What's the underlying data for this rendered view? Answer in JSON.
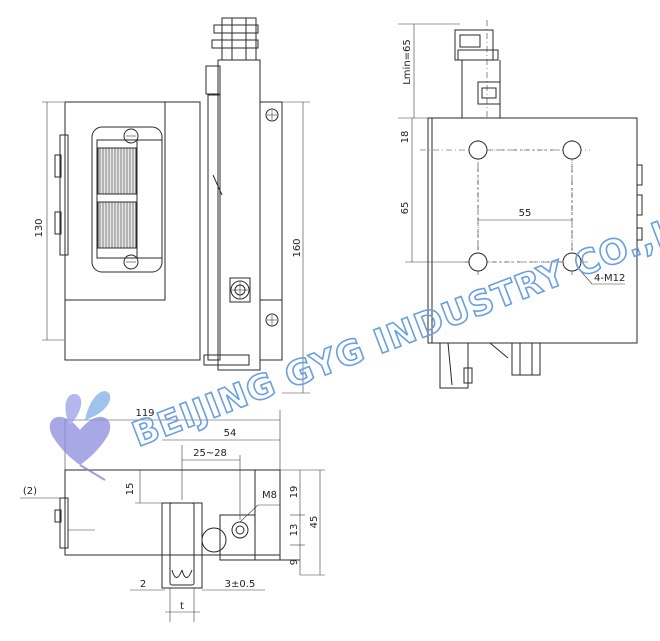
{
  "watermark": "BEIJING GYG INDUSTRY CO.,LTD",
  "colors": {
    "watermark": "#6a9fe0",
    "logo": "#7f7fd6",
    "line": "#2a2a2a"
  },
  "front_view": {
    "height_dim": "130",
    "length_dim": "160"
  },
  "right_view": {
    "lmin": "Lmin=65",
    "top_offset": "18",
    "hole_vertical": "65",
    "hole_horizontal": "55",
    "hole_callout": "4-M12"
  },
  "bottom_view": {
    "overall_width": "119",
    "width_54": "54",
    "range": "25~28",
    "paren2": "(2)",
    "dim_15": "15",
    "thread": "M8",
    "dim_19": "19",
    "dim_13": "13",
    "dim_9": "9",
    "dim_45": "45",
    "dim_2": "2",
    "tolerance": "3±0.5",
    "t": "t"
  }
}
